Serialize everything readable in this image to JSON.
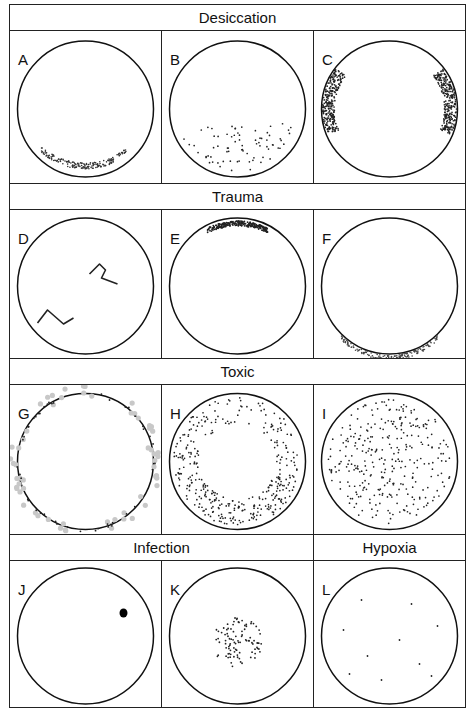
{
  "diagram": {
    "nodes": [
      {
        "text": [
          "Desiccation"
        ]
      },
      {
        "text": [
          "A"
        ]
      },
      {
        "text": [
          "B"
        ]
      },
      {
        "text": [
          "C"
        ]
      },
      {
        "text": [
          "Trauma"
        ]
      },
      {
        "text": [
          "D"
        ]
      },
      {
        "text": [
          "E"
        ]
      },
      {
        "text": [
          "F"
        ]
      },
      {
        "text": [
          "Toxic"
        ]
      },
      {
        "text": [
          "G"
        ]
      },
      {
        "text": [
          "H"
        ]
      },
      {
        "text": [
          "I"
        ]
      },
      {
        "text": [
          "Infection"
        ]
      },
      {
        "text": [
          "Hypoxia"
        ]
      },
      {
        "text": [
          "J"
        ]
      },
      {
        "text": [
          "K"
        ]
      },
      {
        "text": [
          "L"
        ]
      }
    ]
  }
}
